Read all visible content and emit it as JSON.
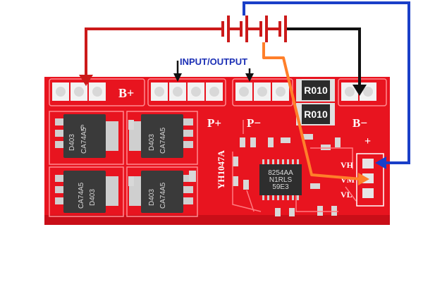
{
  "title": "INPUT/OUTPUT",
  "board": {
    "model": "YH1047A",
    "terminals": [
      "B+",
      "P+",
      "P−",
      "B−"
    ],
    "side_pads": [
      "VH",
      "VM",
      "VL"
    ],
    "plus_sign": "+",
    "resistor_marking": "R010",
    "mosfet_marking": [
      "D403",
      "CA74A5"
    ],
    "ic_marking": [
      "8254AA",
      "N1RLS",
      "59E3"
    ],
    "chip_logo": "6"
  },
  "colors": {
    "pcb": "#e8141f",
    "pcb_trace": "#ff7a80",
    "battery_wire": "#cc1a1a",
    "black_wire": "#111111",
    "blue_wire": "#1a3fc8",
    "orange_wire": "#ff7f2a",
    "io_text": "#1b2fb5",
    "resistor": "#2b2b2b",
    "mosfet": "#3a3a3a"
  }
}
